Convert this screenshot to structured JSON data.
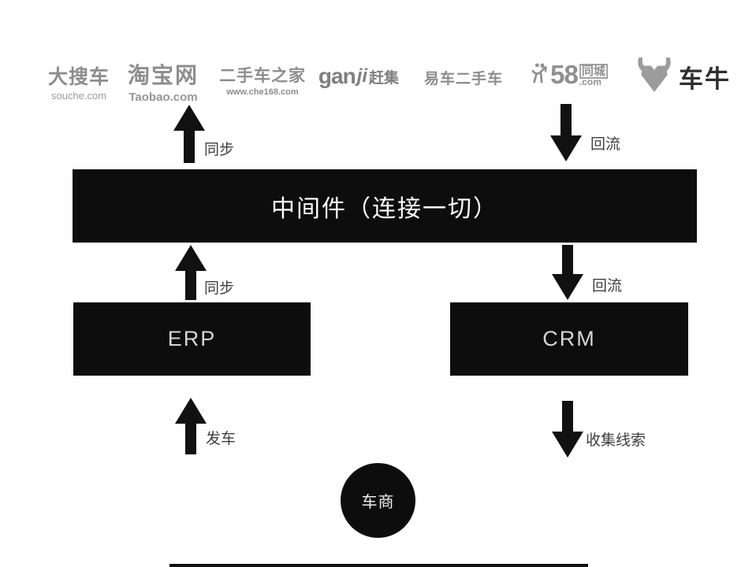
{
  "partners": [
    {
      "title": "大搜车",
      "subtitle": "souche.com"
    },
    {
      "title": "淘宝网",
      "subtitle": "Taobao.com"
    },
    {
      "title": "二手车之家",
      "subtitle": "www.che168.com"
    },
    {
      "latin": "gan",
      "ji": "ji",
      "title": "赶集"
    },
    {
      "title": "易车二手车"
    },
    {
      "number": "58",
      "city": "同城",
      "dotcom": ".com"
    },
    {
      "title": "车牛"
    }
  ],
  "middleware": {
    "label": "中间件（连接一切）"
  },
  "systems": {
    "erp_label": "ERP",
    "crm_label": "CRM"
  },
  "dealer": {
    "label": "车商"
  },
  "flow_labels": {
    "sync_top": "同步",
    "backflow_top": "回流",
    "sync_mid": "同步",
    "backflow_mid": "回流",
    "dispatch": "发车",
    "collect_leads": "收集线索"
  },
  "colors": {
    "background": "#ffffff",
    "box_black": "#0d0d0d",
    "arrow_black": "#111111",
    "logo_gray": "#8d8d8d",
    "label_gray": "#3f3f3f",
    "box_text": "#d6d6d6"
  }
}
